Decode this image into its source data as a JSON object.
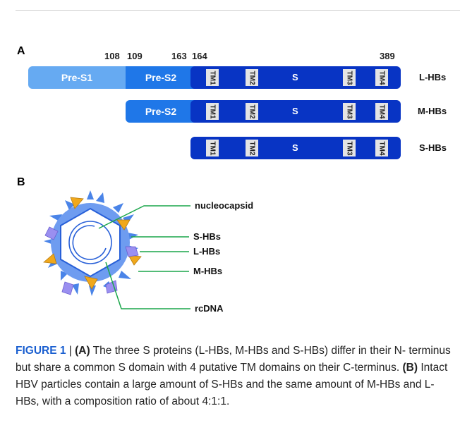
{
  "panel_a_label": "A",
  "panel_b_label": "B",
  "positions": {
    "p108": "108",
    "p109": "109",
    "p163": "163",
    "p164": "164",
    "p389": "389"
  },
  "domains": {
    "pre_s1": "Pre-S1",
    "pre_s2": "Pre-S2",
    "s": "S",
    "tm1": "TM1",
    "tm2": "TM2",
    "tm3": "TM3",
    "tm4": "TM4"
  },
  "rows": {
    "l": "L-HBs",
    "m": "M-HBs",
    "s": "S-HBs"
  },
  "panel_b": {
    "nucleocapsid": "nucleocapsid",
    "shbs": "S-HBs",
    "lhbs": "L-HBs",
    "mhbs": "M-HBs",
    "rcdna": "rcDNA"
  },
  "colors": {
    "pre_s1": "#66aaf2",
    "pre_s2": "#1f77e8",
    "s_domain": "#0834c4",
    "tm_box": "#e4e4e4",
    "leader_line": "#1aa64a",
    "m_hbs_marker": "#f0a81c",
    "l_hbs_marker": "#9a8ff0"
  },
  "caption": {
    "figure": "FIGURE 1",
    "sep": " | ",
    "a_tag": "(A)",
    "a_text": " The three S proteins (L-HBs, M-HBs and S-HBs) differ in their N- terminus but share a common S domain with 4 putative TM domains on their C-terminus. ",
    "b_tag": "(B)",
    "b_text": " Intact HBV particles contain a large amount of S-HBs and the same amount of M-HBs and L-HBs, with a composition ratio of about 4:1:1."
  }
}
